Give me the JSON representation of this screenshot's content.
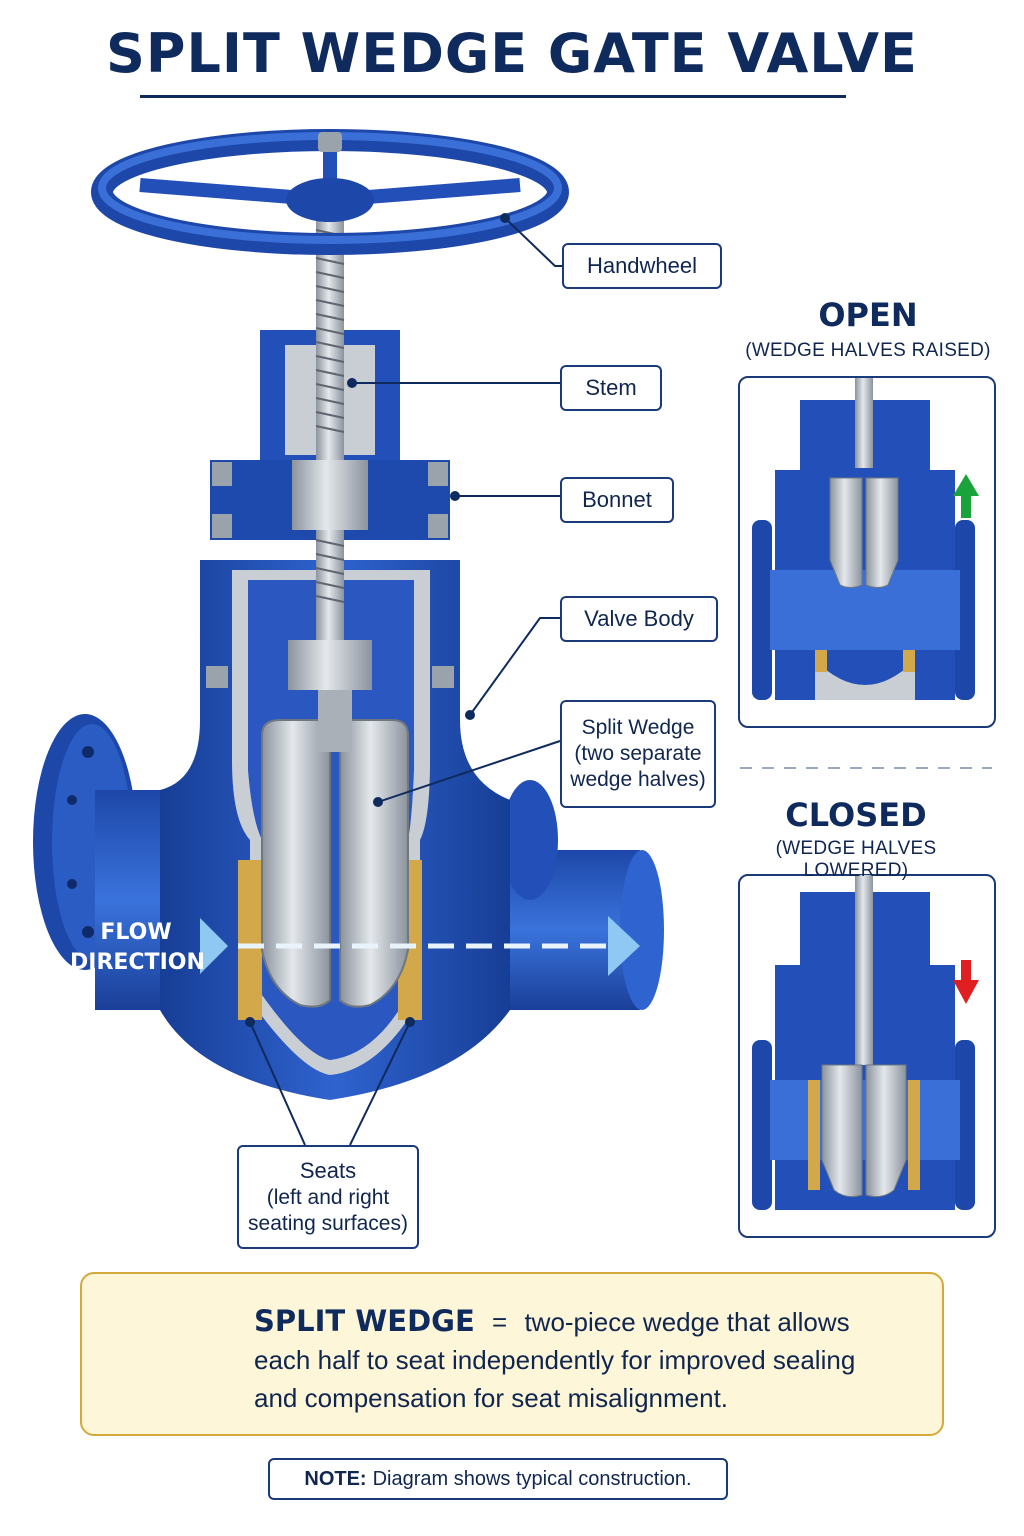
{
  "title": "SPLIT WEDGE GATE VALVE",
  "flow_label": [
    "FLOW",
    "DIRECTION"
  ],
  "callouts": {
    "handwheel": "Handwheel",
    "stem": "Stem",
    "bonnet": "Bonnet",
    "valve_body": "Valve Body",
    "split_wedge": [
      "Split Wedge",
      "(two separate",
      "wedge halves)"
    ],
    "seats": [
      "Seats",
      "(left and right",
      "seating surfaces)"
    ]
  },
  "states": {
    "open": {
      "title": "OPEN",
      "subtitle": "(WEDGE HALVES RAISED)",
      "arrow": "up-arrow",
      "arrow_color": "#1aa33a"
    },
    "closed": {
      "title": "CLOSED",
      "subtitle": "(WEDGE HALVES LOWERED)",
      "arrow": "down-arrow",
      "arrow_color": "#e02020"
    }
  },
  "info": {
    "term": "SPLIT WEDGE",
    "equals": "=",
    "definition": "two-piece wedge that allows each half to seat independently for improved sealing and compensation for seat misalignment.",
    "icon": "lightbulb-icon"
  },
  "note": {
    "label": "NOTE:",
    "text": "Diagram shows typical construction."
  },
  "colors": {
    "body_blue": "#2350b8",
    "dark_navy": "#0f2a5c",
    "steel": "#b9bfc7",
    "seat_brass": "#d2a84a",
    "info_bg": "#fdf6d8",
    "info_border": "#d3a93a"
  }
}
